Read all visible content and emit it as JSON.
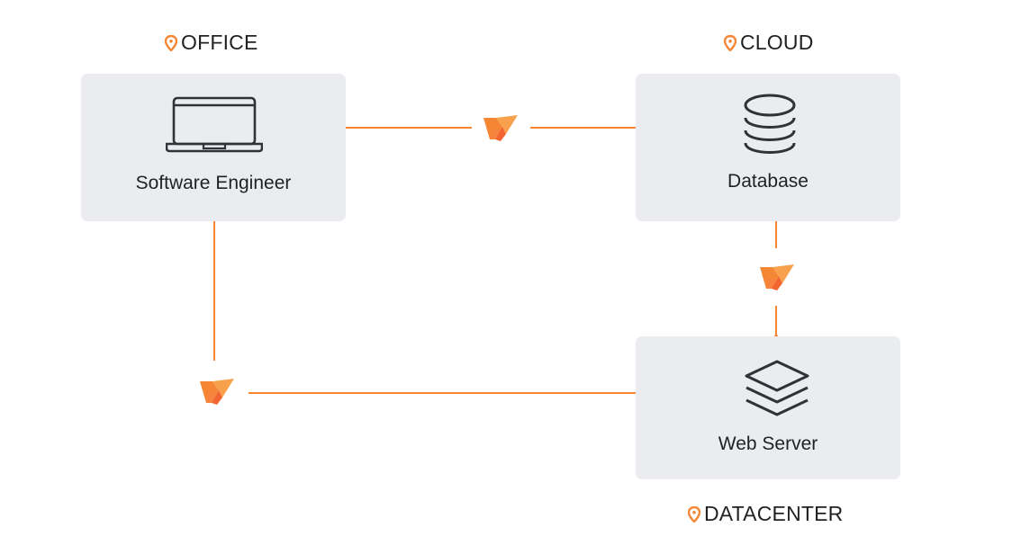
{
  "diagram": {
    "zones": [
      {
        "id": "office",
        "label": "OFFICE",
        "icon": "location-pin-icon"
      },
      {
        "id": "cloud",
        "label": "CLOUD",
        "icon": "location-pin-icon"
      },
      {
        "id": "datacenter",
        "label": "DATACENTER",
        "icon": "location-pin-icon"
      }
    ],
    "nodes": [
      {
        "id": "software-engineer",
        "label": "Software Engineer",
        "icon": "laptop-icon",
        "zone": "office"
      },
      {
        "id": "database",
        "label": "Database",
        "icon": "database-icon",
        "zone": "cloud"
      },
      {
        "id": "web-server",
        "label": "Web Server",
        "icon": "layers-icon",
        "zone": "datacenter"
      }
    ],
    "connections": [
      {
        "from": "database",
        "to": "software-engineer",
        "via": "proxy-logo-icon"
      },
      {
        "from": "database",
        "to": "web-server",
        "via": "proxy-logo-icon"
      },
      {
        "from": "software-engineer",
        "to": "web-server",
        "via": "proxy-logo-icon"
      }
    ],
    "colors": {
      "accent": "#f58634",
      "accent_dark": "#f26531",
      "node_bg": "#ebecf0",
      "icon_stroke": "#2f3337",
      "text": "#1f2123"
    }
  }
}
